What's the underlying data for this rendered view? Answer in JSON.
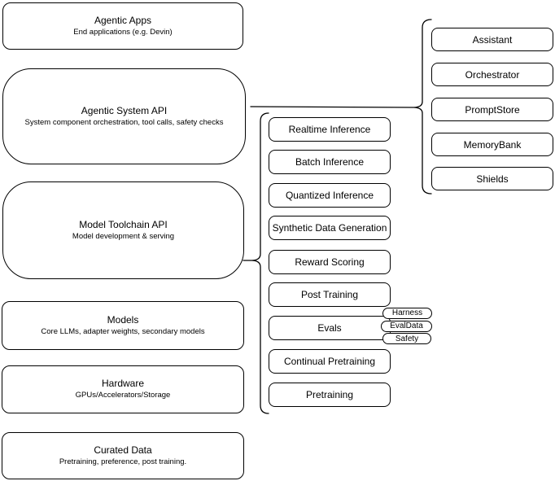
{
  "canvas": {
    "background": "#ffffff",
    "stroke": "#000000",
    "node_fill": "#ffffff"
  },
  "layer_stack": [
    {
      "title": "Agentic Apps",
      "subtitle": "End applications (e.g. Devin)"
    },
    {
      "title": "Agentic System API",
      "subtitle": "System component orchestration, tool calls, safety checks"
    },
    {
      "title": "Model Toolchain API",
      "subtitle": "Model development & serving"
    },
    {
      "title": "Models",
      "subtitle": "Core LLMs, adapter weights, secondary models"
    },
    {
      "title": "Hardware",
      "subtitle": "GPUs/Accelerators/Storage"
    },
    {
      "title": "Curated Data",
      "subtitle": "Pretraining, preference, post training."
    }
  ],
  "toolchain_services": [
    "Realtime Inference",
    "Batch Inference",
    "Quantized Inference",
    "Synthetic Data Generation",
    "Reward Scoring",
    "Post Training",
    "Evals",
    "Continual Pretraining",
    "Pretraining"
  ],
  "evals_tags": [
    "Harness",
    "EvalData",
    "Safety"
  ],
  "system_components": [
    "Assistant",
    "Orchestrator",
    "PromptStore",
    "MemoryBank",
    "Shields"
  ]
}
